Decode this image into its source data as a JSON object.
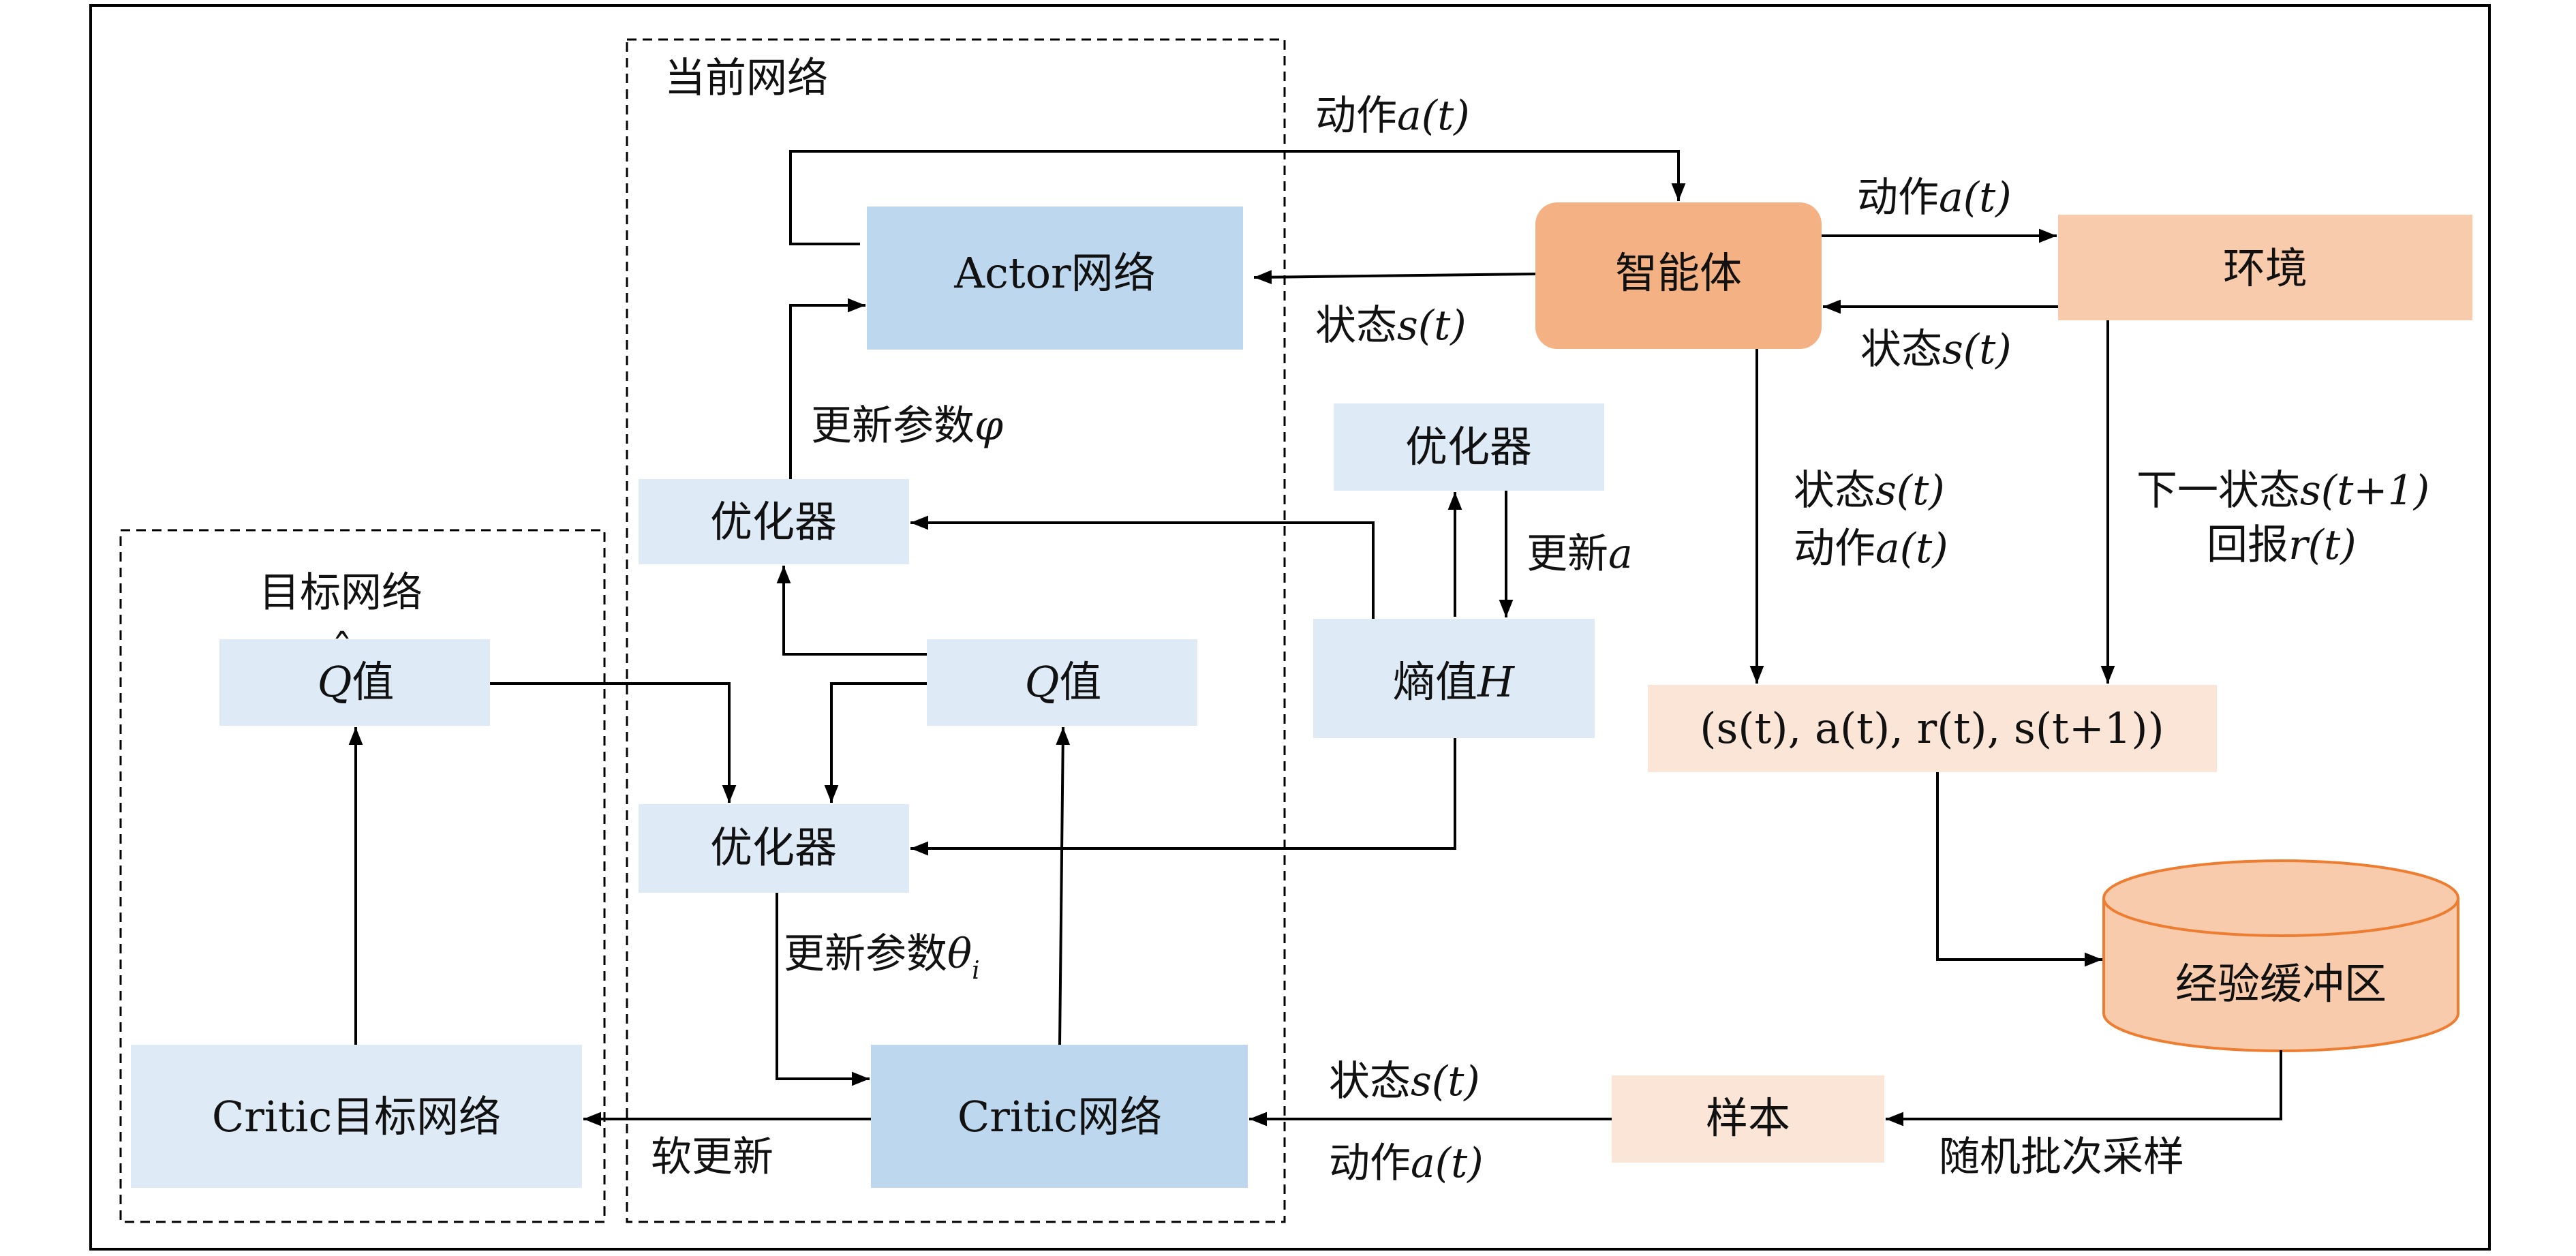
{
  "colors": {
    "blue_dark": "#bdd7ee",
    "blue_light": "#deebf7",
    "orange_dark": "#f4b183",
    "orange_mid": "#f8cbad",
    "orange_light": "#fbe5d6",
    "cylinder_stroke": "#ed7d31",
    "line": "#000000"
  },
  "groups": {
    "current": "当前网络",
    "target": "目标网络"
  },
  "nodes": {
    "actor": "Actor网络",
    "agent": "智能体",
    "env": "环境",
    "optimizer_actor": "优化器",
    "optimizer_alpha": "优化器",
    "optimizer_critic": "优化器",
    "q_value": {
      "symbol": "Q",
      "suffix": "值"
    },
    "q_hat_value": {
      "symbol": "Q",
      "hat": "ˆ",
      "suffix": "值"
    },
    "entropy": {
      "prefix": "熵值",
      "symbol": "H"
    },
    "transition": "(s(t), a(t), r(t), s(t+1))",
    "buffer": "经验缓冲区",
    "sample": "样本",
    "critic": "Critic网络",
    "critic_target": "Critic目标网络"
  },
  "edges": {
    "action_top": {
      "text": "动作",
      "math": "a(t)"
    },
    "action_env": {
      "text": "动作",
      "math": "a(t)"
    },
    "state_actor": {
      "text": "状态",
      "math": "s(t)"
    },
    "state_env": {
      "text": "状态",
      "math": "s(t)"
    },
    "update_phi": {
      "text": "更新参数",
      "math": "φ"
    },
    "update_alpha": {
      "text": "更新",
      "math": "a"
    },
    "state_buf": {
      "text": "状态",
      "math": "s(t)"
    },
    "action_buf": {
      "text": "动作",
      "math": "a(t)"
    },
    "next_state": {
      "text": "下一状态",
      "math": "s(t+1)"
    },
    "reward": {
      "text": "回报",
      "math": "r(t)"
    },
    "update_theta": {
      "text": "更新参数",
      "math": "θ",
      "sub": "i"
    },
    "soft_update": "软更新",
    "state_sample": {
      "text": "状态",
      "math": "s(t)"
    },
    "action_sample": {
      "text": "动作",
      "math": "a(t)"
    },
    "random_sample": "随机批次采样"
  }
}
